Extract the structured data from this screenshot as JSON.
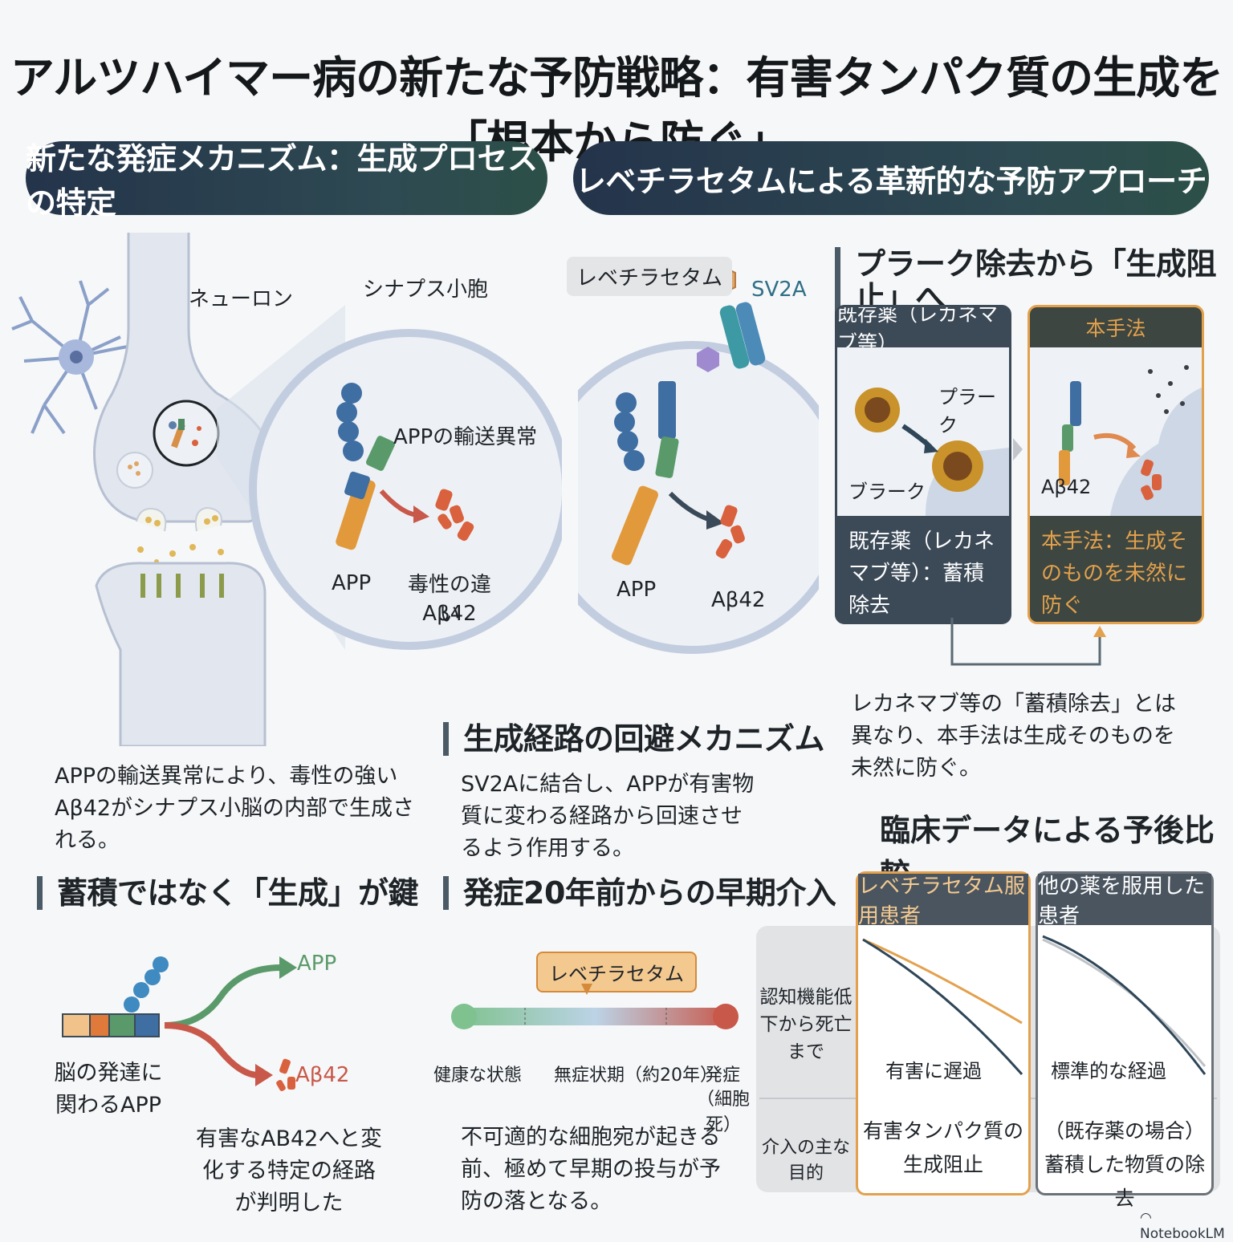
{
  "title": "アルツハイマー病の新たな予防戦略：有害タンパク質の生成を「根本から防ぐ」",
  "banners": {
    "left": "新たな発症メカニズム：生成プロセスの特定",
    "right": "レベチラセタムによる革新的な予防アプローチ"
  },
  "neuron": {
    "neuron_label": "ネューロン",
    "vesicle_label": "シナプス小胞",
    "app_transport": "APPの輸送異常",
    "app": "APP",
    "toxic_label": "毒性の違い",
    "abeta42": "Aβ42",
    "caption": "APPの輸送異常により、毒性の強いAβ42がシナプス小脳の内部で生成される。"
  },
  "drug": {
    "drug_label": "レベチラセタム",
    "sv2a": "SV2A",
    "app": "APP",
    "abeta42": "Aβ42"
  },
  "plaque": {
    "heading": "プラーク除去から「生成阻止」へ",
    "existing_head": "既存薬（レカネマブ等）",
    "this_head": "本手法",
    "plaque_label_1": "プラーク",
    "plaque_label_2": "ブラーク",
    "abeta42": "Aβ42",
    "existing_foot": "既存薬（レカネマブ等）：蓄積除去",
    "this_foot": "本手法：生成そのものを未然に防ぐ",
    "caption": "レカネマブ等の「蓄積除去」とは異なり、本手法は生成そのものを未然に防ぐ。"
  },
  "bypass": {
    "heading": "生成経路の回避メカニズム",
    "text": "SV2Aに結合し、APPが有害物質に変わる経路から回速させるよう作用する。"
  },
  "key": {
    "heading": "蓄積ではなく「生成」が鍵",
    "app": "APP",
    "abeta42": "Aβ42",
    "left_caption": "脳の発達に関わるAPP",
    "right_caption": "有害なAB42へと変化する特定の経路が判明した"
  },
  "early": {
    "heading": "発症20年前からの早期介入",
    "drug_tag": "レベチラセタム",
    "healthy": "健康な状態",
    "asymptomatic": "無症状期（約20年）",
    "onset": "発症",
    "onset_sub": "（細胞死）",
    "caption": "不可適的な細胞宛が起きる前、極めて早期の投与が予防の落となる。"
  },
  "clinical": {
    "heading": "臨床データによる予後比較",
    "col_a": "レベチラセタム服用患者",
    "col_b": "他の薬を服用した患者",
    "row_1": "認知機能低下から死亡まで",
    "row_2": "介入の主な目的",
    "a_curve": "有害に遅過",
    "b_curve": "標準的な経過",
    "a_goal": "有害タンパク質の生成阻止",
    "b_goal": "（既存薬の場合）蓄積した物質の除去"
  },
  "colors": {
    "banner": "#24344b",
    "accent_orange": "#e3a14d",
    "app_green": "#5a9a6a",
    "abeta_red": "#d9613d",
    "line_navy": "#2e4658"
  },
  "brand": "NotebookLM"
}
